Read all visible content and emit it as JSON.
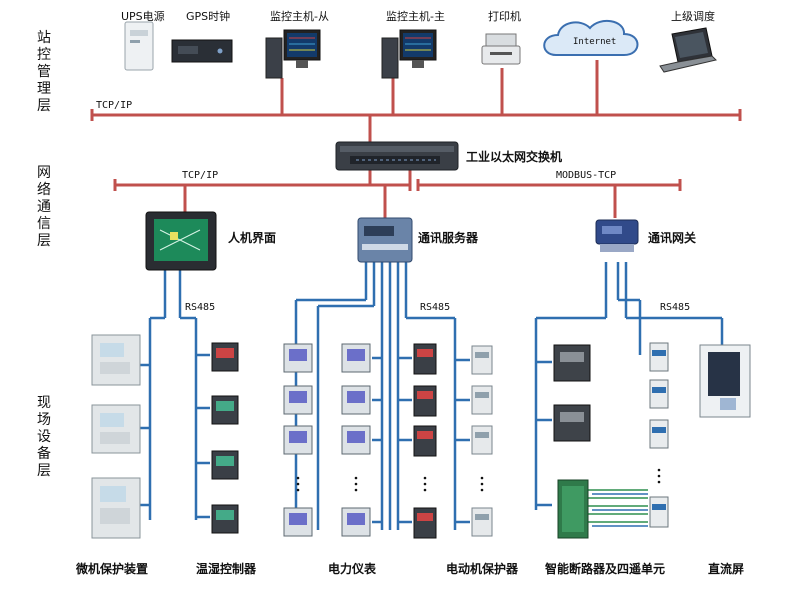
{
  "layers": {
    "station": "站控管理层",
    "network": "网络通信层",
    "field": "现场设备层"
  },
  "top_devices": {
    "ups": "UPS电源",
    "gps": "GPS时钟",
    "slave": "监控主机-从",
    "master": "监控主机-主",
    "printer": "打印机",
    "internet": "Internet",
    "dispatch": "上级调度"
  },
  "network": {
    "tcp_top": "TCP/IP",
    "switch": "工业以太网交换机",
    "tcp_mid": "TCP/IP",
    "modbus": "MODBUS-TCP",
    "hmi": "人机界面",
    "comm_server": "通讯服务器",
    "gateway": "通讯网关",
    "rs485_a": "RS485",
    "rs485_b": "RS485",
    "rs485_c": "RS485"
  },
  "field_groups": {
    "micro_protect": "微机保护装置",
    "temp_humidity": "温湿控制器",
    "power_meter": "电力仪表",
    "motor_protect": "电动机保护器",
    "smart_breaker": "智能断路器及四遥单元",
    "dc_panel": "直流屏"
  },
  "colors": {
    "bus": "#c0504d",
    "field_line": "#2f6fb0",
    "gateway_line": "#2f6fb0"
  }
}
